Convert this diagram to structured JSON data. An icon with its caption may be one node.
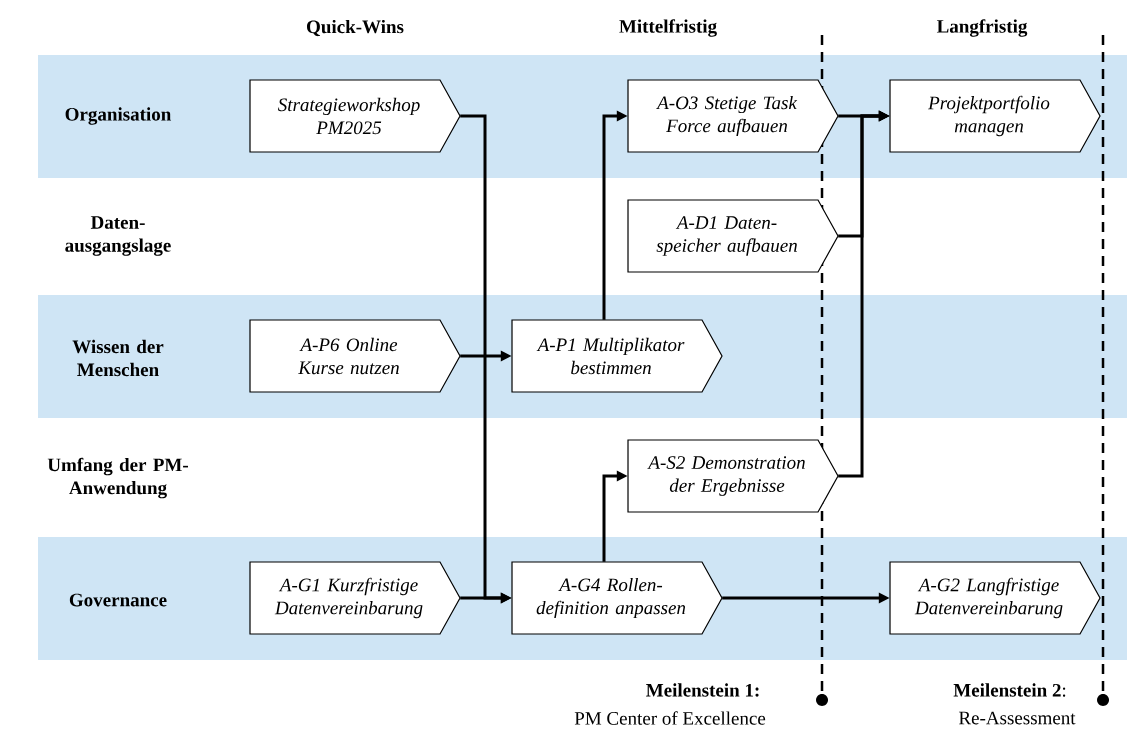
{
  "diagram": {
    "nodes": [
      {
        "text": [
          "Strategieworkshop PM2025"
        ]
      },
      {
        "text": [
          "A-O3 Stetige Task Force aufbauen"
        ]
      },
      {
        "text": [
          "Projektportfolio managen"
        ]
      },
      {
        "text": [
          "A-D1 Daten- speicher aufbauen"
        ]
      },
      {
        "text": [
          "A-P6 Online Kurse nutzen"
        ]
      },
      {
        "text": [
          "A-P1 Multiplikator bestimmen"
        ]
      },
      {
        "text": [
          "A-S2 Demonstration der Ergebnisse"
        ]
      },
      {
        "text": [
          "A-G1 Kurzfristige Datenvereinbarung"
        ]
      },
      {
        "text": [
          "A-G4 Rollen- definition anpassen"
        ]
      },
      {
        "text": [
          "A-G2 Langfristige Datenvereinbarung"
        ]
      }
    ],
    "edges": [
      {
        "from": 0,
        "to": 8,
        "arrow": "to"
      },
      {
        "from": 4,
        "to": 5,
        "arrow": "to"
      },
      {
        "from": 7,
        "to": 8,
        "arrow": "to"
      },
      {
        "from": 5,
        "to": 1,
        "arrow": "to"
      },
      {
        "from": 8,
        "to": 6,
        "arrow": "to"
      },
      {
        "from": 1,
        "to": 2,
        "arrow": "to"
      },
      {
        "from": 3,
        "to": 2,
        "arrow": "to"
      },
      {
        "from": 6,
        "to": 2,
        "arrow": "to"
      },
      {
        "from": 8,
        "to": 9,
        "arrow": "to"
      }
    ],
    "labels": [
      "Quick-Wins",
      "Mittelfristig",
      "Langfristig",
      "Organisation",
      "Daten- ausgangslage",
      "Wissen der Menschen",
      "Umfang der PM-Anwendung",
      "Governance",
      "Meilenstein 1:",
      "PM Center of Excellence",
      "**Meilenstein 2**:",
      "Re-Assessment"
    ]
  }
}
